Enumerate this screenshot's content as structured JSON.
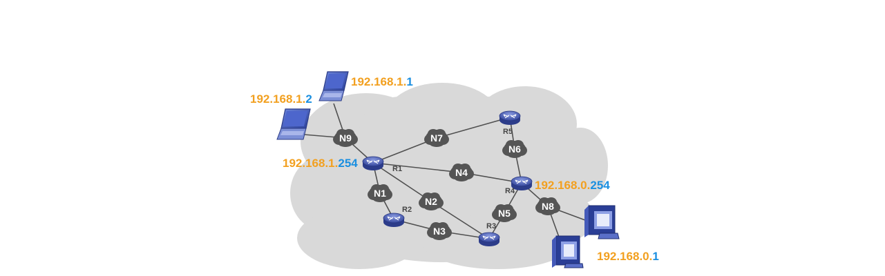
{
  "colors": {
    "network_part": "#F2A020",
    "host_part": "#1B8FE0",
    "cloud": "#d9d9d9",
    "net_node": "#555555",
    "router": "#4a5fb8",
    "link": "#505050"
  },
  "ip_labels": [
    {
      "id": "ip-laptop-1",
      "net": "192.168.1.",
      "host": "1"
    },
    {
      "id": "ip-laptop-2",
      "net": "192.168.1.",
      "host": "2"
    },
    {
      "id": "ip-gateway-r1",
      "net": "192.168.1.",
      "host": "254"
    },
    {
      "id": "ip-gateway-r4",
      "net": "192.168.0.",
      "host": "254"
    },
    {
      "id": "ip-desktop",
      "net": "192.168.0.",
      "host": "1"
    }
  ],
  "networks": [
    "N1",
    "N2",
    "N3",
    "N4",
    "N5",
    "N6",
    "N7",
    "N8",
    "N9"
  ],
  "routers": [
    "R1",
    "R2",
    "R3",
    "R4",
    "R5"
  ],
  "icons": {
    "laptop": "laptop-icon",
    "desktop": "desktop-computer-icon",
    "router": "router-icon",
    "network": "network-cloud-icon"
  }
}
